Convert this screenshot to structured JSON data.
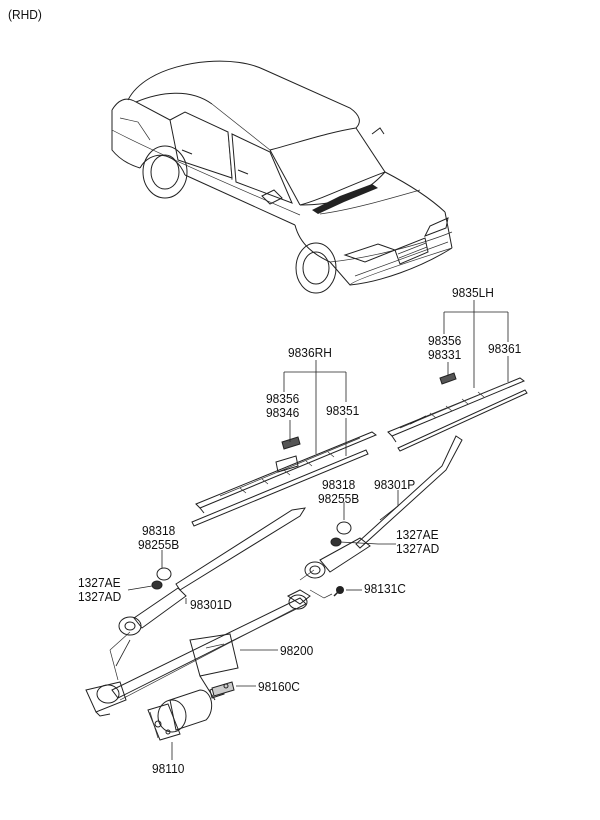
{
  "header": {
    "variant_note": "(RHD)"
  },
  "labels": {
    "p9835lh": "9835LH",
    "p98356_lh": "98356",
    "p98331": "98331",
    "p98361": "98361",
    "p9836rh": "9836RH",
    "p98356_rh": "98356",
    "p98346": "98346",
    "p98351": "98351",
    "p98318_r": "98318",
    "p98255b_r": "98255B",
    "p98301p": "98301P",
    "p1327ae_r": "1327AE",
    "p1327ad_r": "1327AD",
    "p98318_l": "98318",
    "p98255b_l": "98255B",
    "p1327ae_l": "1327AE",
    "p1327ad_l": "1327AD",
    "p98301d": "98301D",
    "p98131c": "98131C",
    "p98200": "98200",
    "p98160c": "98160C",
    "p98110": "98110"
  }
}
